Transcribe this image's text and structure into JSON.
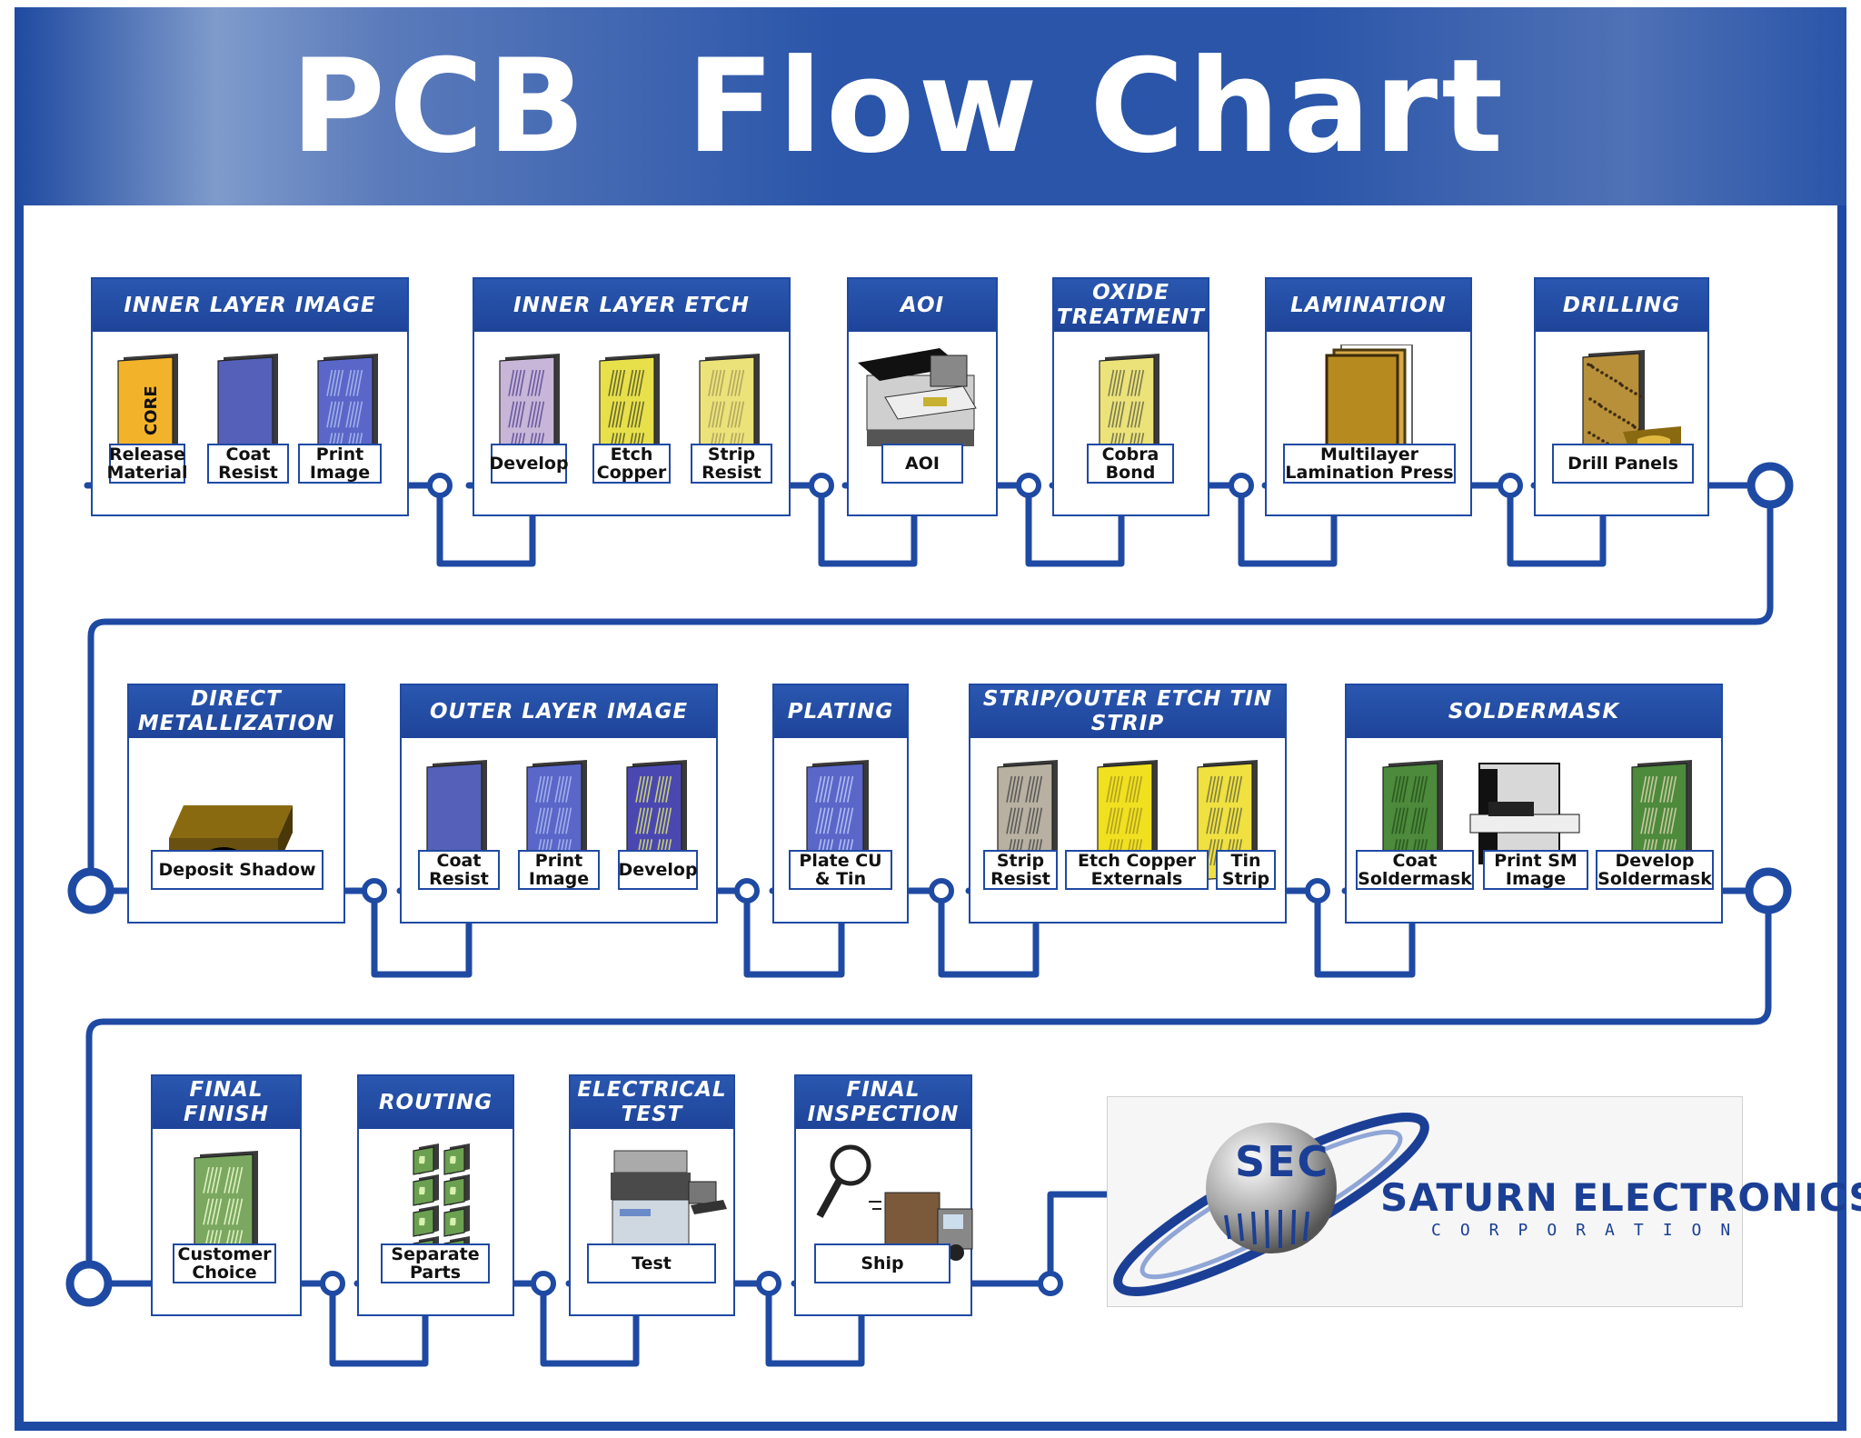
{
  "title": "PCB  Flow Chart",
  "rows": [
    {
      "stages": [
        {
          "name": "INNER LAYER IMAGE",
          "steps": [
            "Release Material",
            "Coat Resist",
            "Print Image"
          ],
          "core_label": "CORE"
        },
        {
          "name": "INNER LAYER ETCH",
          "steps": [
            "Develop",
            "Etch Copper",
            "Strip Resist"
          ]
        },
        {
          "name": "AOI",
          "steps": [
            "AOI"
          ]
        },
        {
          "name": "OXIDE TREATMENT",
          "steps": [
            "Cobra Bond"
          ]
        },
        {
          "name": "LAMINATION",
          "steps": [
            "Multilayer Lamination Press"
          ]
        },
        {
          "name": "DRILLING",
          "steps": [
            "Drill Panels"
          ]
        }
      ]
    },
    {
      "stages": [
        {
          "name": "DIRECT METALLIZATION",
          "steps": [
            "Deposit Shadow"
          ]
        },
        {
          "name": "OUTER LAYER IMAGE",
          "steps": [
            "Coat Resist",
            "Print Image",
            "Develop"
          ]
        },
        {
          "name": "PLATING",
          "steps": [
            "Plate CU & Tin"
          ]
        },
        {
          "name": "STRIP/OUTER ETCH TIN STRIP",
          "steps": [
            "Strip Resist",
            "Etch Copper Externals",
            "Tin Strip"
          ]
        },
        {
          "name": "SOLDERMASK",
          "steps": [
            "Coat Soldermask",
            "Print SM Image",
            "Develop Soldermask"
          ]
        }
      ]
    },
    {
      "stages": [
        {
          "name": "FINAL FINISH",
          "steps": [
            "Customer Choice"
          ]
        },
        {
          "name": "ROUTING",
          "steps": [
            "Separate Parts"
          ]
        },
        {
          "name": "ELECTRICAL TEST",
          "steps": [
            "Test"
          ]
        },
        {
          "name": "FINAL INSPECTION",
          "steps": [
            "Ship"
          ]
        }
      ]
    }
  ],
  "logo": {
    "mark": "SEC",
    "name": "SATURN ELECTRONICS",
    "subtitle": "CORPORATION"
  },
  "colors": {
    "line": "#1f4aa3",
    "header": "#1f4aa3",
    "core": "#f2b32a",
    "resist_blue": "#5560b8",
    "image_blue": "#5a66c8",
    "develop_lilac": "#c8b6d8",
    "etch_yellow": "#e8e04a",
    "strip_yellow": "#ece27a",
    "soldermask_green": "#4d8a3c",
    "drill_gold": "#b8903a",
    "gold": "#8a6a10"
  }
}
